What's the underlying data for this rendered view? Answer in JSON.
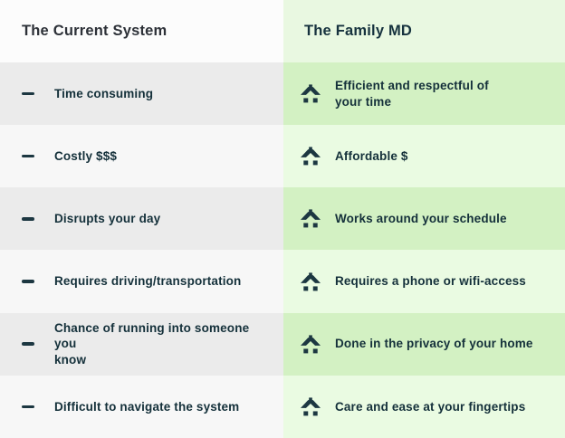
{
  "table": {
    "left": {
      "header": "The Current System",
      "rows": [
        "Time consuming",
        "Costly $$$",
        "Disrupts your day",
        "Requires driving/transportation",
        "Chance of running into someone you\nknow",
        "Difficult to navigate the system"
      ]
    },
    "right": {
      "header": "The Family MD",
      "rows": [
        "Efficient and respectful of\nyour time",
        "Affordable $",
        "Works around your schedule",
        "Requires a phone or wifi-access",
        "Done in the privacy of your home",
        "Care and ease at your fingertips"
      ]
    }
  },
  "icons": {
    "left_bullet": "minus-icon",
    "right_bullet": "home-icon"
  },
  "colors": {
    "left_header_bg": "#fcfcfc",
    "left_row_shaded": "#ebebeb",
    "left_row_plain": "#f7f7f7",
    "right_header_bg": "#e9f8e1",
    "right_row_shaded": "#d3f1c3",
    "right_row_plain": "#eafbe2",
    "text_dark": "#14303a",
    "icon_dark": "#1c3741"
  }
}
